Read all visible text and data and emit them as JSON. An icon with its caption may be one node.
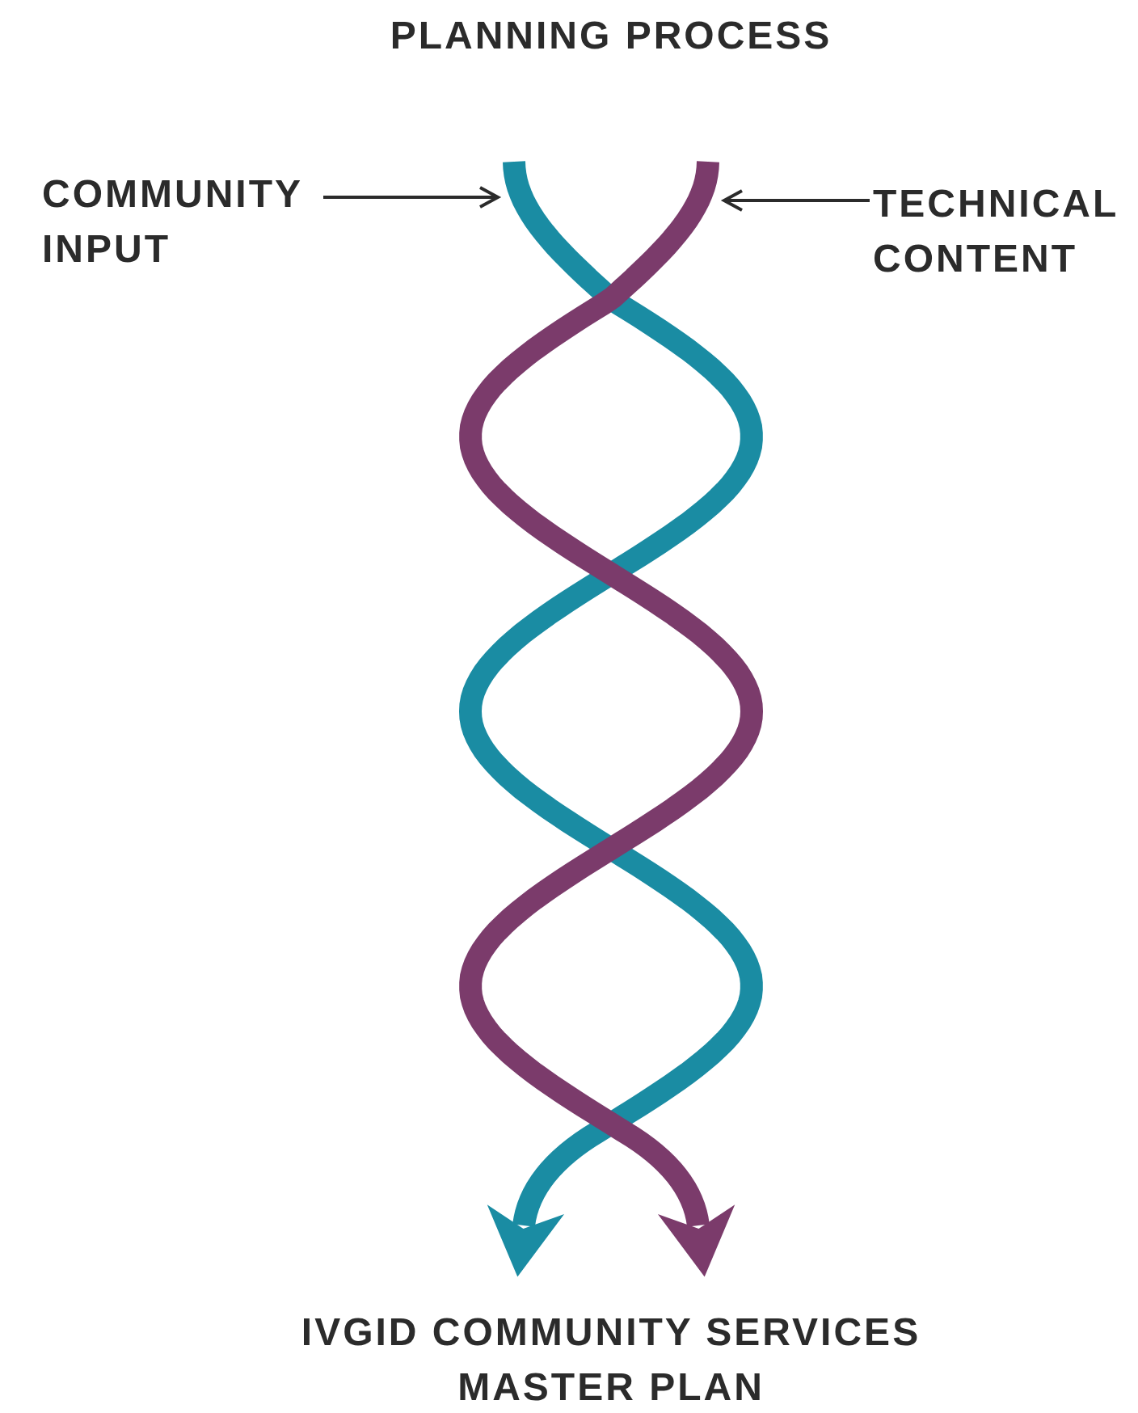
{
  "diagram": {
    "title": "PLANNING PROCESS",
    "nodes": [
      {
        "text": [
          "COMMUNITY INPUT"
        ]
      },
      {
        "text": [
          "TECHNICAL CONTENT"
        ]
      },
      {
        "text": [],
        "shape": "arrow"
      },
      {
        "text": [],
        "shape": "arrow"
      },
      {
        "text": [
          "IVGID COMMUNITY SERVICES MASTER PLAN"
        ]
      }
    ],
    "edges": [
      {
        "from": 0,
        "to": 2,
        "arrow": "to"
      },
      {
        "from": 1,
        "to": 3,
        "arrow": "to"
      }
    ]
  }
}
